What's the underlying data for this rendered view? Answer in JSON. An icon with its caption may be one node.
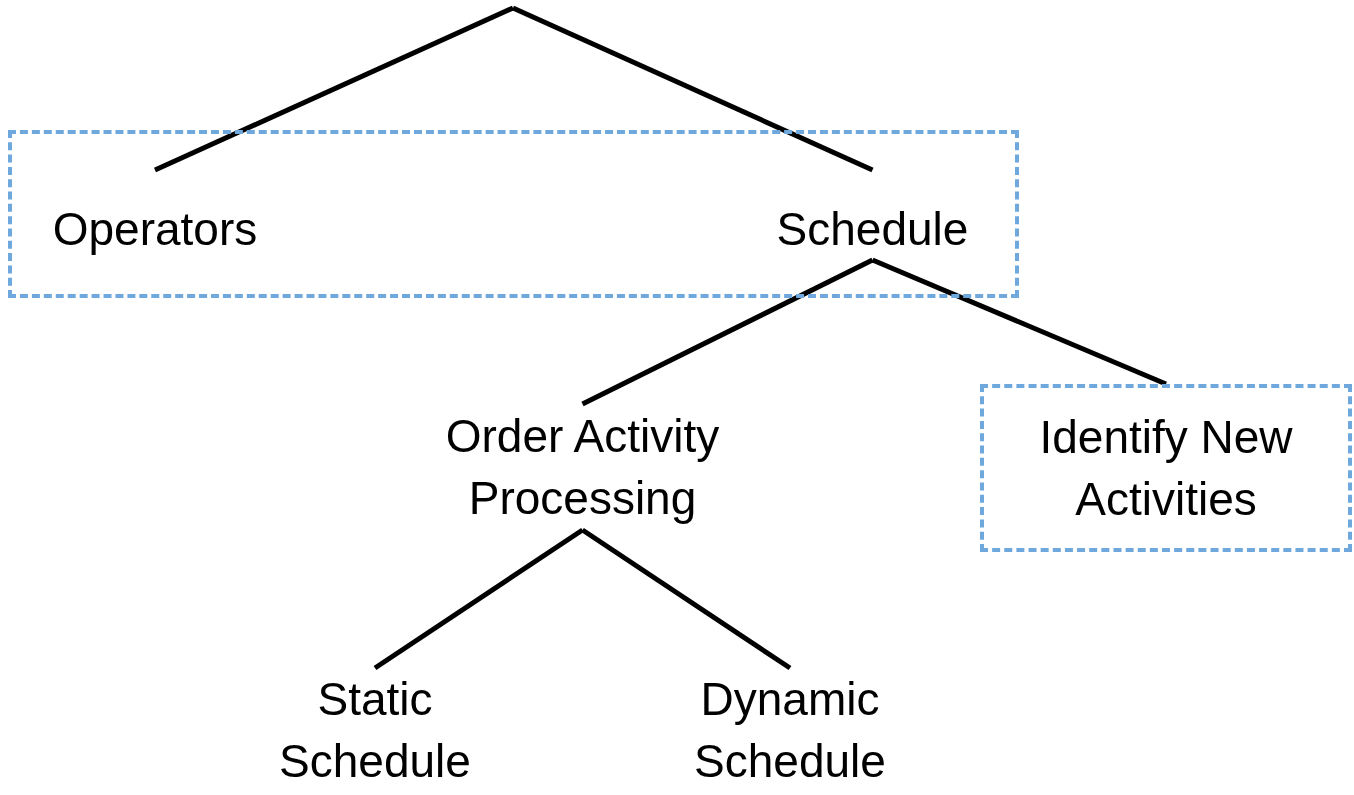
{
  "diagram": {
    "nodes": [
      {
        "text": [],
        "shape": "box"
      },
      {
        "text": [
          "Operators"
        ],
        "in": 0
      },
      {
        "text": [
          "Schedule"
        ],
        "in": 0
      },
      {
        "text": [
          "Order Activity Processing"
        ]
      },
      {
        "text": [
          "Identify New Activities"
        ]
      },
      {
        "text": [
          "Static Schedule"
        ]
      },
      {
        "text": [
          "Dynamic Schedule"
        ]
      }
    ],
    "edges": [
      {
        "from": null,
        "to": 1,
        "arrow": "none"
      },
      {
        "from": null,
        "to": 2,
        "arrow": "none"
      },
      {
        "from": 2,
        "to": 3,
        "arrow": "none"
      },
      {
        "from": 2,
        "to": 4,
        "arrow": "none"
      },
      {
        "from": 3,
        "to": 5,
        "arrow": "none"
      },
      {
        "from": 3,
        "to": 6,
        "arrow": "none"
      }
    ]
  }
}
